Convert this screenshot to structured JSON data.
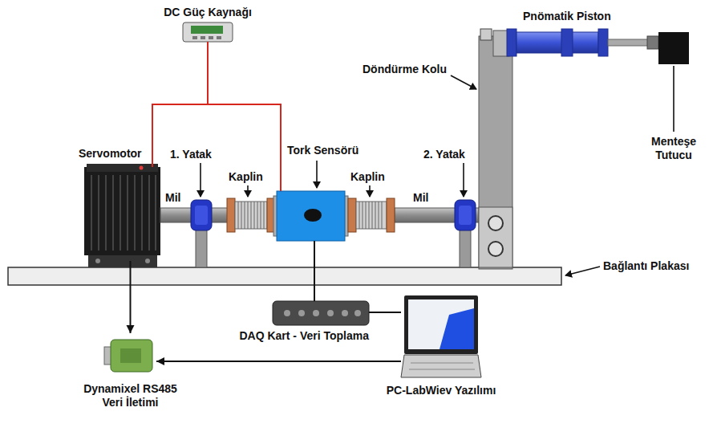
{
  "diagram": {
    "nodes": [
      {
        "text": [
          "DC Güç Kaynağı"
        ]
      },
      {
        "text": [
          "Servomotor"
        ]
      },
      {
        "text": [
          "Tork Sensörü"
        ]
      },
      {
        "text": [
          "DAQ Kart - Veri Toplama"
        ]
      },
      {
        "text": [
          "PC-LabWiev Yazılımı"
        ]
      },
      {
        "text": [
          "Dynamixel RS485 Veri İletimi"
        ]
      }
    ],
    "edges": [
      {
        "from": 0,
        "to": 1,
        "arrow": "none"
      },
      {
        "from": 0,
        "to": 2,
        "arrow": "none"
      },
      {
        "from": 2,
        "to": 3,
        "arrow": "none"
      },
      {
        "from": 3,
        "to": 4,
        "arrow": "none"
      },
      {
        "from": 1,
        "to": 5,
        "arrow": "to"
      },
      {
        "from": 4,
        "to": 5,
        "arrow": "to"
      }
    ],
    "labels": [
      "Pnömatik Piston",
      "Döndürme Kolu",
      "Menteşe Tutucu",
      "1. Yatak",
      "Kaplin",
      "Kaplin",
      "2. Yatak",
      "Mil",
      "Mil",
      "Bağlantı Plakası"
    ]
  }
}
